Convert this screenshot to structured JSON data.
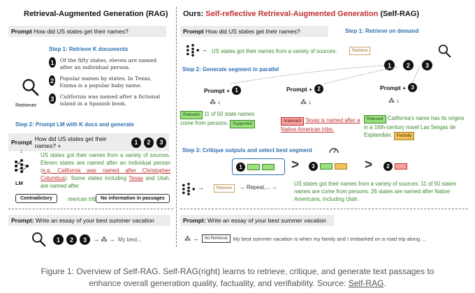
{
  "left": {
    "title": "Retrieval-Augmented Generation (RAG)",
    "prompt_label": "Prompt",
    "prompt_text": "How did US states get their names?",
    "step1": "Step 1: Retrieve K documents",
    "docs": [
      {
        "n": "1",
        "text": "Of the fifty states, eleven are named after an individual person."
      },
      {
        "n": "2",
        "text": "Popular names by states. In Texas, Emma is a popular baby name."
      },
      {
        "n": "3",
        "text": "California was named after a fictional island in a Spanish book."
      }
    ],
    "retriever": "Retriever",
    "step2": "Step 2: Prompt LM with K docs and generate",
    "prompt2_text": "How did US states get their names? +",
    "lm": "LM",
    "gen_a": "US states got their names from a variety of sources. Eleven states are named after an individual person (",
    "gen_red": "e.g. California was named after Christopher Columbus",
    "gen_b": "). Some states including ",
    "gen_red2": "Texas",
    "gen_c": " and Utah, are named after",
    "gen_d": "merican tribe.",
    "contradictory": "Contradictory",
    "no_info": "No information in passages"
  },
  "right": {
    "title_prefix": "Ours: ",
    "title_red": "Self-reflective Retrieval-Augmented Generation",
    "title_suffix": "(Self-RAG)",
    "prompt_label": "Prompt",
    "prompt_text": "How did US states get their names?",
    "step1": "Step 1: Retrieve on demand",
    "gen1": "US states got their names from a variety of sources.",
    "retrieve": "Retrieve",
    "step2": "Step 2: Generate segment in parallel",
    "prompt_plus": "Prompt +",
    "seg1_a": "11 of 50 state names",
    "seg1_b": "come from persons.",
    "seg2": "Texas is named after a Native American tribe.",
    "seg3": "California's name has its origins in a 16th-century novel Las Sergas de Esplandián.",
    "relevant": "Relevant",
    "irrelevant": "Irrelevant",
    "supported": "Supported",
    "partially": "Partially",
    "step3": "Step 3: Critique outputs and select best segment",
    "repeat": "Repeat....",
    "final": "US states got their names from a variety of sources. 11 of 50 states names are come from persons. 26 states are named after Native Americans, including Utah."
  },
  "bottom_left": {
    "prompt_label": "Prompt:",
    "prompt_text": "Write an essay of your best summer vacation",
    "out": "My best..."
  },
  "bottom_right": {
    "prompt_label": "Prompt:",
    "prompt_text": "Write an essay of your best summer vacation",
    "no_retrieval": "No Retrieval",
    "out": "My best summer vacation is when my family and I embarked on a road trip along ..."
  },
  "caption": {
    "line1": "Figure 1: Overview of Self-RAG. Self-RAG(right) learns to retrieve, critique, and generate text passages to",
    "line2": "enhance overall generation quality, factuality, and verifiability. Source: ",
    "source_link": "Self-RAG",
    "end": "."
  },
  "nums": [
    "1",
    "2",
    "3"
  ],
  "colors": {
    "blue": "#2d6fb0",
    "red": "#c03030",
    "green": "#3a8a2e"
  }
}
